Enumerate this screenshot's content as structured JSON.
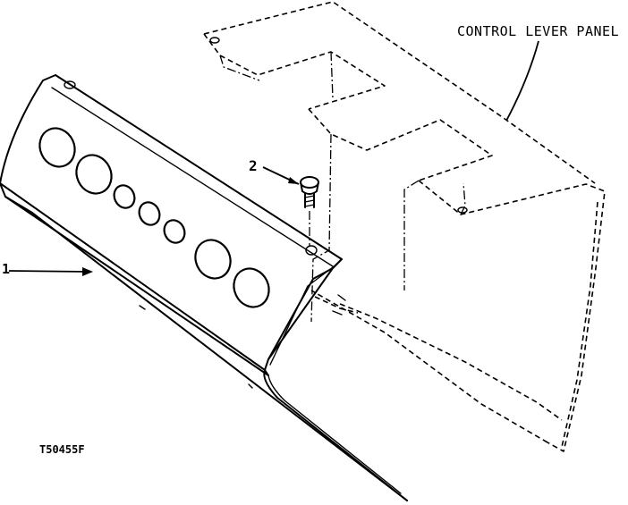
{
  "labels": {
    "control_lever_panel": "CONTROL LEVER PANEL",
    "callout_1": "1",
    "callout_2": "2",
    "figure_number": "T50455F"
  }
}
